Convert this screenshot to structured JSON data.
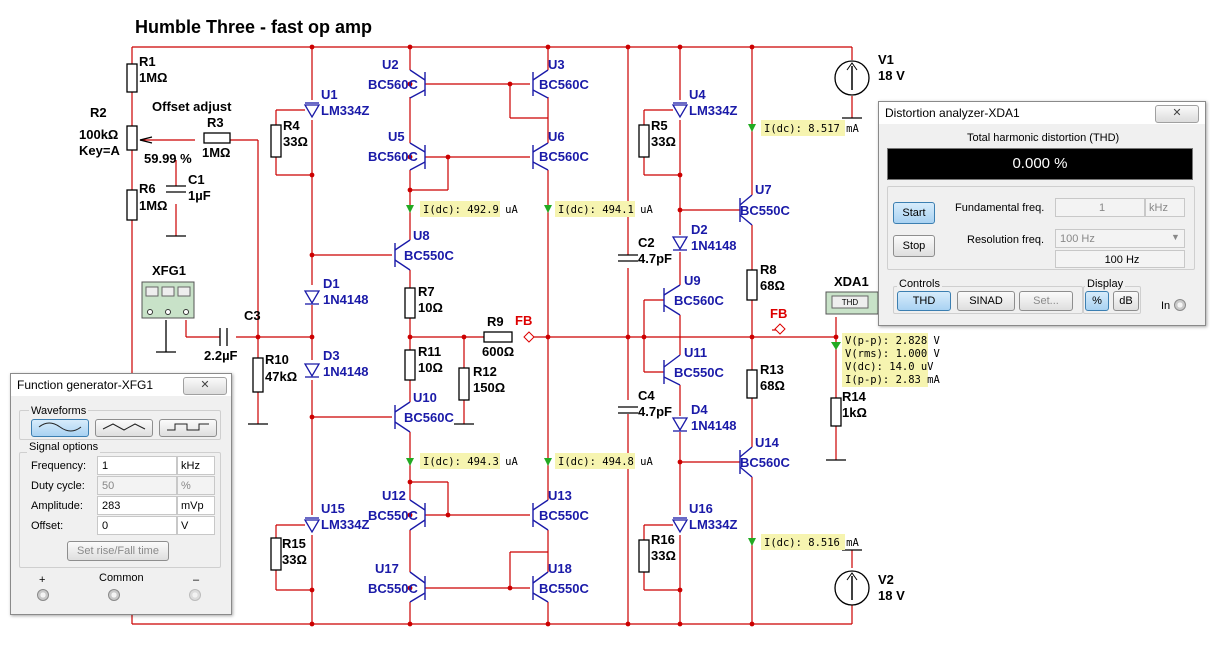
{
  "schematic": {
    "title": "Humble Three - fast op amp",
    "offset_label": "Offset adjust",
    "r2_percent": "59.99 %",
    "labels": [
      {
        "id": "R1",
        "value": "1MΩ"
      },
      {
        "id": "R2",
        "value": "100kΩ",
        "extra": "Key=A"
      },
      {
        "id": "R3",
        "value": "1MΩ"
      },
      {
        "id": "R4",
        "value": "33Ω"
      },
      {
        "id": "R5",
        "value": "33Ω"
      },
      {
        "id": "R6",
        "value": "1MΩ"
      },
      {
        "id": "R7",
        "value": "10Ω"
      },
      {
        "id": "R8",
        "value": "68Ω"
      },
      {
        "id": "R9",
        "value": "600Ω"
      },
      {
        "id": "R10",
        "value": "47kΩ"
      },
      {
        "id": "R11",
        "value": "10Ω"
      },
      {
        "id": "R12",
        "value": "150Ω"
      },
      {
        "id": "R13",
        "value": "68Ω"
      },
      {
        "id": "R14",
        "value": "1kΩ"
      },
      {
        "id": "R15",
        "value": "33Ω"
      },
      {
        "id": "R16",
        "value": "33Ω"
      },
      {
        "id": "C1",
        "value": "1µF"
      },
      {
        "id": "C2",
        "value": "4.7pF"
      },
      {
        "id": "C3",
        "value": "2.2µF"
      },
      {
        "id": "C4",
        "value": "4.7pF"
      },
      {
        "id": "V1",
        "value": "18 V"
      },
      {
        "id": "V2",
        "value": "18 V"
      }
    ],
    "parts": [
      {
        "id": "U1",
        "type": "LM334Z"
      },
      {
        "id": "U2",
        "type": "BC560C"
      },
      {
        "id": "U3",
        "type": "BC560C"
      },
      {
        "id": "U4",
        "type": "LM334Z"
      },
      {
        "id": "U5",
        "type": "BC560C"
      },
      {
        "id": "U6",
        "type": "BC560C"
      },
      {
        "id": "U7",
        "type": "BC550C"
      },
      {
        "id": "U8",
        "type": "BC550C"
      },
      {
        "id": "U9",
        "type": "BC560C"
      },
      {
        "id": "U10",
        "type": "BC560C"
      },
      {
        "id": "U11",
        "type": "BC550C"
      },
      {
        "id": "U12",
        "type": "BC550C"
      },
      {
        "id": "U13",
        "type": "BC550C"
      },
      {
        "id": "U14",
        "type": "BC560C"
      },
      {
        "id": "U15",
        "type": "LM334Z"
      },
      {
        "id": "U16",
        "type": "LM334Z"
      },
      {
        "id": "U17",
        "type": "BC550C"
      },
      {
        "id": "U18",
        "type": "BC550C"
      },
      {
        "id": "D1",
        "type": "1N4148"
      },
      {
        "id": "D2",
        "type": "1N4148"
      },
      {
        "id": "D3",
        "type": "1N4148"
      },
      {
        "id": "D4",
        "type": "1N4148"
      }
    ],
    "instruments": {
      "xfg": "XFG1",
      "xda": "XDA1",
      "xda_tag": "THD"
    },
    "fb_label": "FB",
    "probes": {
      "p1": "I(dc): 492.9 uA",
      "p2": "I(dc): 494.1 uA",
      "p3": "I(dc): 8.517 mA",
      "p4": "I(dc): 494.3 uA",
      "p5": "I(dc): 494.8 uA",
      "p6": "I(dc): 8.516 mA",
      "p7a": "V(p-p): 2.828 V",
      "p7b": "V(rms): 1.000 V",
      "p7c": "V(dc): 14.0 uV",
      "p7d": "I(p-p): 2.83 mA"
    }
  },
  "func_gen": {
    "title": "Function generator-XFG1",
    "close": "✕",
    "waveforms_label": "Waveforms",
    "signal_options_label": "Signal options",
    "rows": [
      {
        "label": "Frequency:",
        "value": "1",
        "unit": "kHz",
        "disabled": false
      },
      {
        "label": "Duty cycle:",
        "value": "50",
        "unit": "%",
        "disabled": true
      },
      {
        "label": "Amplitude:",
        "value": "283",
        "unit": "mVp",
        "disabled": false
      },
      {
        "label": "Offset:",
        "value": "0",
        "unit": "V",
        "disabled": false
      }
    ],
    "rise_fall_button": "Set rise/Fall time",
    "plus": "+",
    "common": "Common",
    "minus": "–"
  },
  "dist": {
    "title": "Distortion analyzer-XDA1",
    "close": "✕",
    "thd_label": "Total harmonic distortion (THD)",
    "thd_value": "0.000 %",
    "start": "Start",
    "stop": "Stop",
    "fund_label": "Fundamental freq.",
    "fund_value": "1",
    "fund_unit": "kHz",
    "res_label": "Resolution freq.",
    "res_select": "100 Hz",
    "res_value": "100 Hz",
    "controls_label": "Controls",
    "thd_btn": "THD",
    "sinad_btn": "SINAD",
    "set_btn": "Set...",
    "display_label": "Display",
    "pct_btn": "%",
    "db_btn": "dB",
    "in_label": "In"
  }
}
